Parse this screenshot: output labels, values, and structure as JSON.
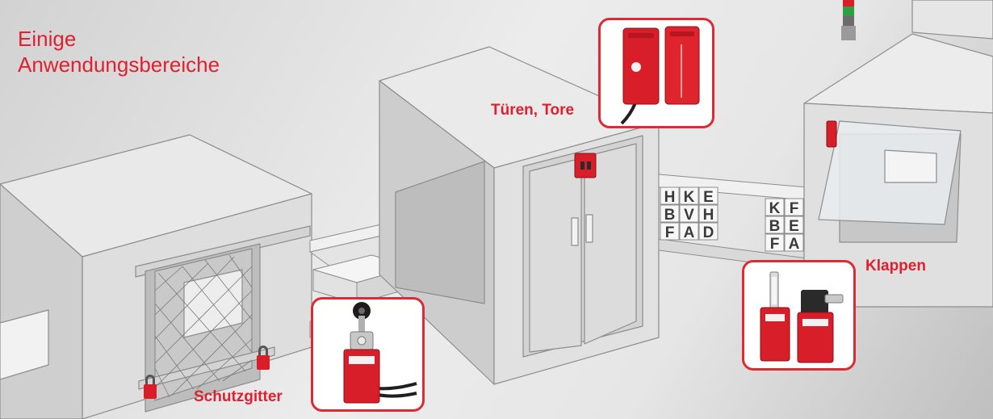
{
  "title_lines": [
    "Einige",
    "Anwendungsbereiche"
  ],
  "labels": {
    "doors": "Türen, Tore",
    "flaps": "Klappen",
    "guards": "Schutzgitter"
  },
  "letter_blocks": [
    "H",
    "K",
    "E",
    "B",
    "V",
    "H",
    "F",
    "A",
    "D",
    "K",
    "F",
    "B",
    "E",
    "F",
    "A"
  ],
  "colors": {
    "accent_red": "#e0202e",
    "card_border": "#dd2a35",
    "switch_red": "#d81e28",
    "light_green": "#2ea043"
  }
}
